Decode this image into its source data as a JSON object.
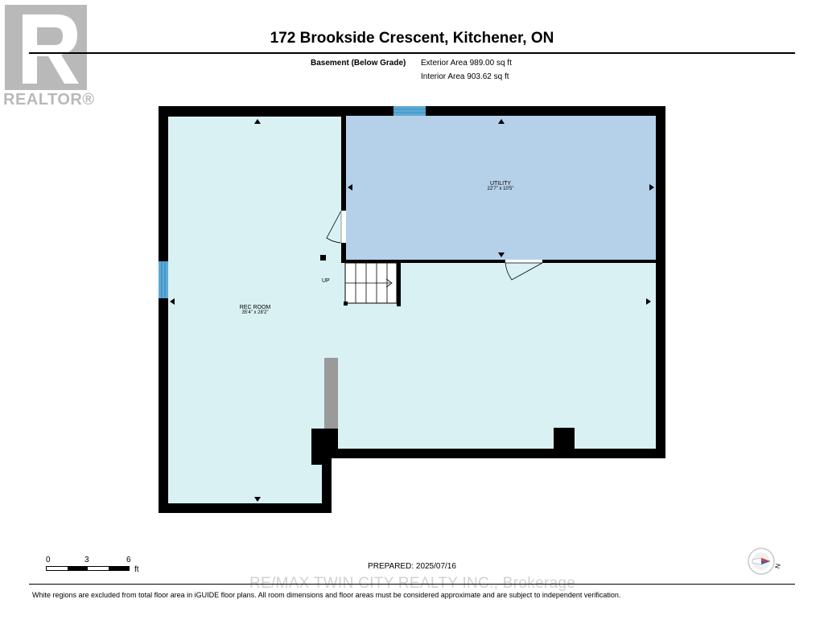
{
  "logo": {
    "text": "REALTOR®",
    "icon": "realtor-r-logo-icon"
  },
  "header": {
    "title": "172 Brookside Crescent, Kitchener, ON",
    "level": "Basement (Below Grade)",
    "exterior_area": "Exterior Area 989.00 sq ft",
    "interior_area": "Interior Area 903.62 sq ft"
  },
  "rooms": [
    {
      "name": "REC ROOM",
      "dimensions": "35'4\" x 28'2\""
    },
    {
      "name": "UTILITY",
      "dimensions": "22'7\" x 10'5\""
    }
  ],
  "stairs": {
    "label": "UP"
  },
  "scale": {
    "zero": "0",
    "three": "3",
    "six": "6",
    "unit": "ft"
  },
  "prepared": "PREPARED: 2025/07/16",
  "compass": {
    "icon": "north-compass-icon",
    "letter": "N"
  },
  "watermark": "RE/MAX TWIN CITY REALTY INC., Brokerage",
  "disclaimer": "White regions are excluded from total floor area in iGUIDE floor plans. All room dimensions and floor areas must be considered approximate and are subject to independent verification.",
  "colors": {
    "rec_room": "#d9f1f3",
    "utility": "#b4d1e9",
    "wall": "#000000",
    "window": "#5aaad8"
  }
}
